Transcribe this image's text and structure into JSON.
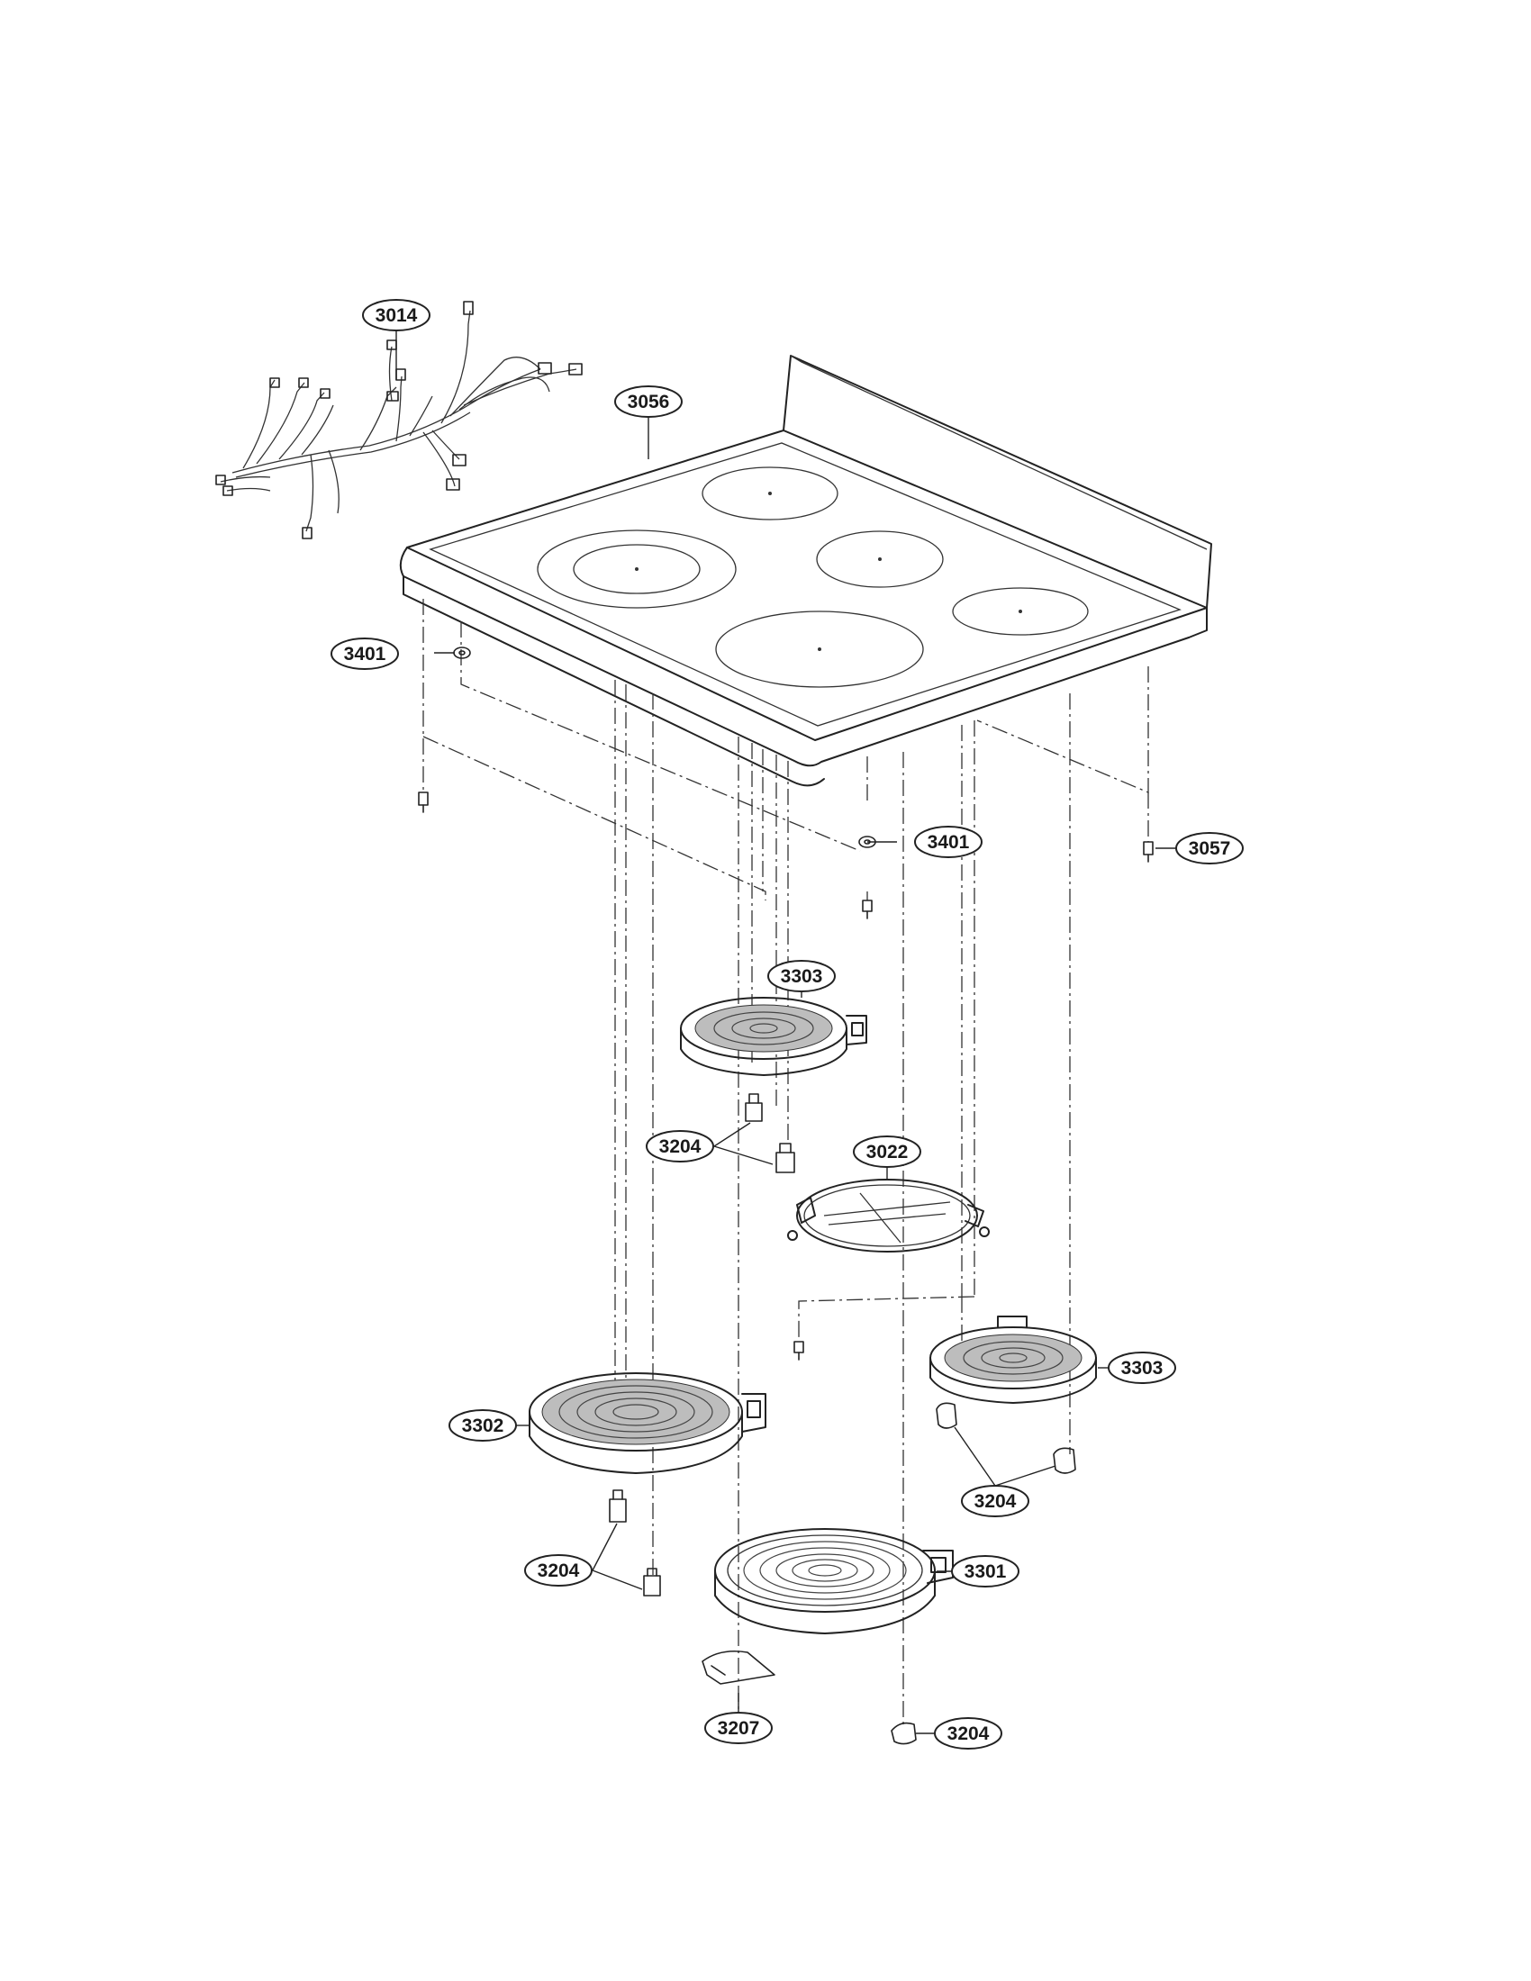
{
  "diagram": {
    "callouts": [
      {
        "id": "c3014",
        "label": "3014",
        "part": "wire-harness"
      },
      {
        "id": "c3056",
        "label": "3056",
        "part": "cooktop-glass"
      },
      {
        "id": "c3401a",
        "label": "3401",
        "part": "cushion"
      },
      {
        "id": "c3401b",
        "label": "3401",
        "part": "cushion"
      },
      {
        "id": "c3057",
        "label": "3057",
        "part": "screw"
      },
      {
        "id": "c3303a",
        "label": "3303",
        "part": "radiant-heater"
      },
      {
        "id": "c3204a",
        "label": "3204",
        "part": "bracket"
      },
      {
        "id": "c3022",
        "label": "3022",
        "part": "heater-bracket"
      },
      {
        "id": "c3303b",
        "label": "3303",
        "part": "radiant-heater"
      },
      {
        "id": "c3302",
        "label": "3302",
        "part": "radiant-heater"
      },
      {
        "id": "c3204b",
        "label": "3204",
        "part": "bracket"
      },
      {
        "id": "c3204c",
        "label": "3204",
        "part": "bracket"
      },
      {
        "id": "c3301",
        "label": "3301",
        "part": "radiant-heater"
      },
      {
        "id": "c3207",
        "label": "3207",
        "part": "bracket"
      },
      {
        "id": "c3204d",
        "label": "3204",
        "part": "bracket"
      }
    ]
  }
}
